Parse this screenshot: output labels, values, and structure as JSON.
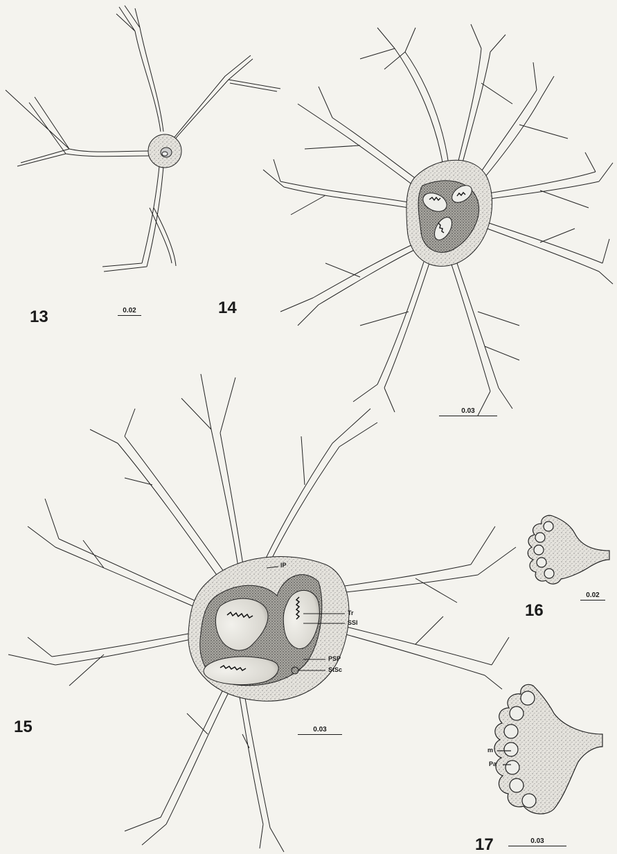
{
  "figures": {
    "fig13": {
      "number": "13",
      "scale": "0.02"
    },
    "fig14": {
      "number": "14",
      "scale": "0.03"
    },
    "fig15": {
      "number": "15",
      "scale": "0.03",
      "labels": {
        "ip": "IP",
        "tr": "Tr",
        "ssl": "SSl",
        "psp": "PSP",
        "stsc": "StSc"
      }
    },
    "fig16": {
      "number": "16",
      "scale": "0.02"
    },
    "fig17": {
      "number": "17",
      "scale": "0.03",
      "labels": {
        "m": "m",
        "pa": "Pa"
      }
    }
  }
}
